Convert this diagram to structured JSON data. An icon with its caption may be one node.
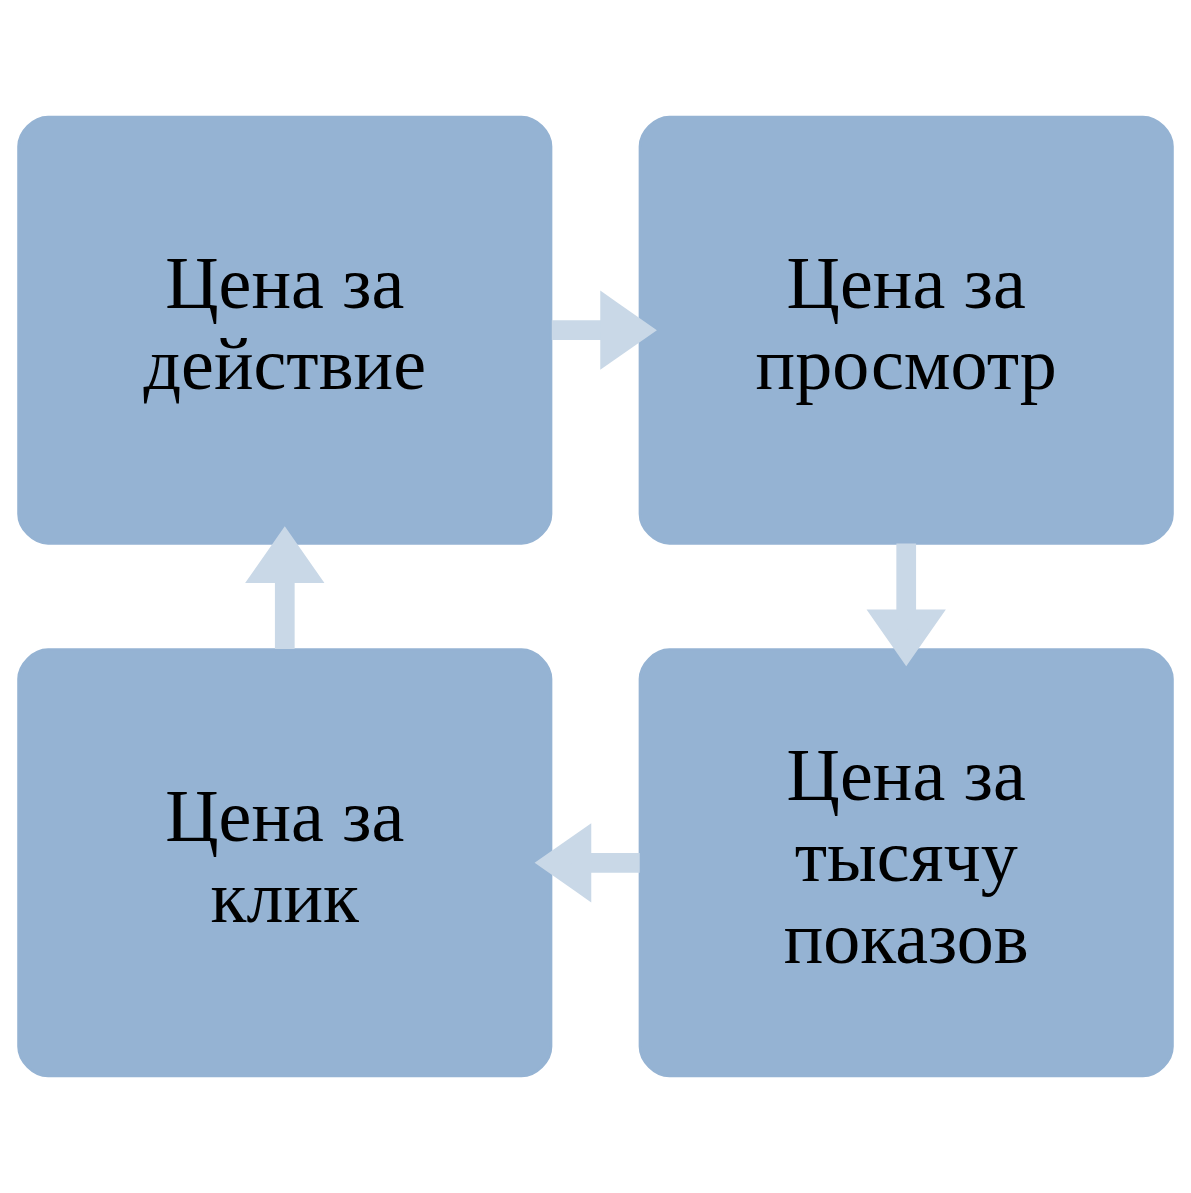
{
  "diagram": {
    "nodes": [
      {
        "text": [
          "Цена за действие"
        ]
      },
      {
        "text": [
          "Цена за просмотр"
        ]
      },
      {
        "text": [
          "Цена за клик"
        ]
      },
      {
        "text": [
          "Цена за тысячу показов"
        ]
      }
    ],
    "edges": [
      {
        "from": 0,
        "to": 1,
        "arrow": "to"
      },
      {
        "from": 1,
        "to": 3,
        "arrow": "to"
      },
      {
        "from": 3,
        "to": 2,
        "arrow": "to"
      },
      {
        "from": 2,
        "to": 0,
        "arrow": "to"
      }
    ]
  }
}
